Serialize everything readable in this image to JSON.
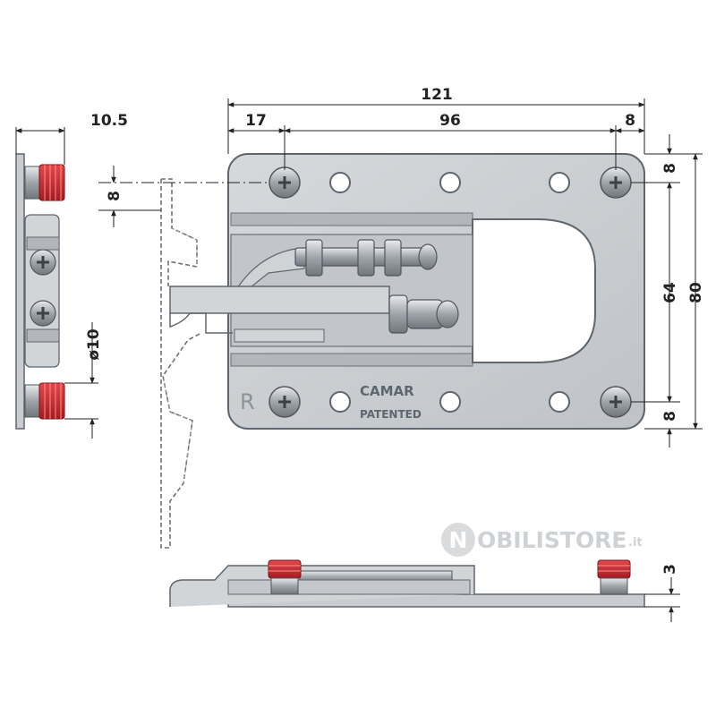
{
  "dimensions": {
    "overall_width": "121",
    "hole_offset_left": "17",
    "hole_spacing": "96",
    "edge_right": "8",
    "side_depth": "10.5",
    "hole_offset_top": "8",
    "connector_diameter": "ø10",
    "edge_top": "8",
    "hole_vertical_spacing": "64",
    "overall_height": "80",
    "edge_bottom": "8",
    "plate_thickness": "3"
  },
  "plate_markings": {
    "brand": "CAMAR",
    "patented": "PATENTED",
    "side_mark": "R"
  },
  "watermark": {
    "letter": "N",
    "text": "OBILISTORE",
    "suffix": ".it"
  },
  "colors": {
    "plate": "#c9ccd0",
    "plate_edge": "#5f666d",
    "connector_red": "#c8262b",
    "dimension_line": "#222222"
  }
}
